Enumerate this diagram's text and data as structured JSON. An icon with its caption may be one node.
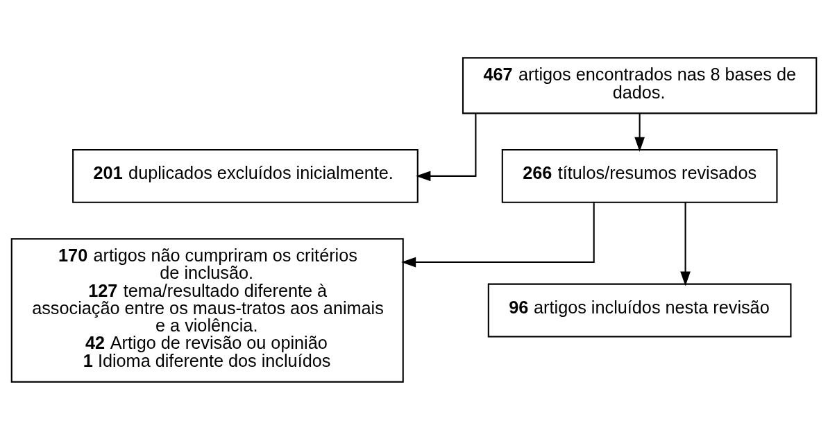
{
  "diagram": {
    "nodes": [
      {
        "text": [
          "**467** artigos encontrados nas 8 bases de dados."
        ]
      },
      {
        "text": [
          "**201** duplicados excluídos inicialmente."
        ]
      },
      {
        "text": [
          "**266** títulos/resumos revisados"
        ]
      },
      {
        "text": [
          "**170** artigos não cumpriram os critérios de inclusão.",
          "**127** tema/resultado diferente à associação entre os maus-tratos aos animais e a violência.",
          "**42** Artigo de revisão ou opinião",
          "**1** Idioma diferente dos incluídos"
        ]
      },
      {
        "text": [
          "**96** artigos incluídos nesta revisão"
        ]
      }
    ],
    "edges": [
      {
        "from": 0,
        "to": 2,
        "arrow": "to"
      },
      {
        "from": 0,
        "to": 1,
        "arrow": "to"
      },
      {
        "from": 2,
        "to": 4,
        "arrow": "to"
      },
      {
        "from": 2,
        "to": 3,
        "arrow": "to"
      }
    ]
  }
}
